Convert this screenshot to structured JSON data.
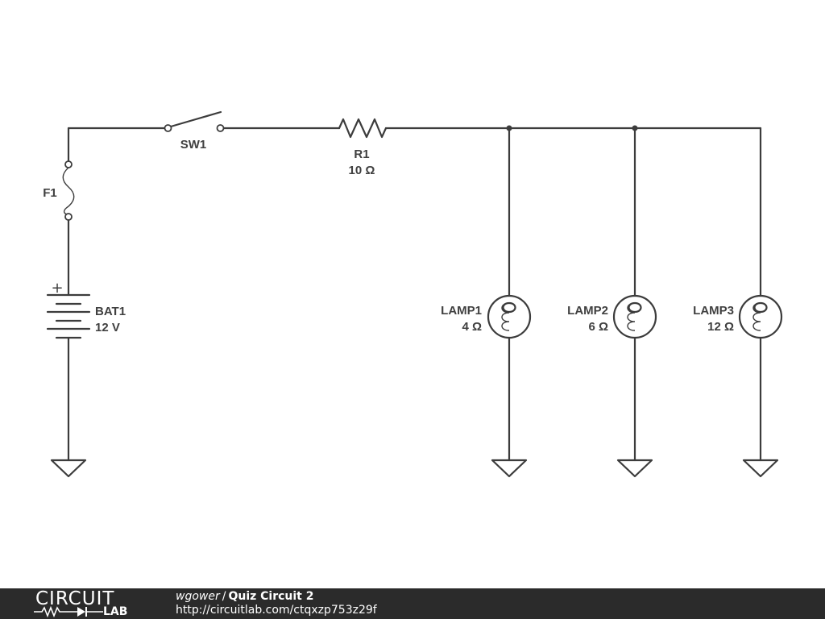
{
  "components": {
    "switch": {
      "name": "SW1"
    },
    "fuse": {
      "name": "F1"
    },
    "resistor": {
      "name": "R1",
      "value": "10 Ω"
    },
    "battery": {
      "name": "BAT1",
      "value": "12 V",
      "polarity_mark": "+"
    },
    "lamps": [
      {
        "name": "LAMP1",
        "value": "4 Ω"
      },
      {
        "name": "LAMP2",
        "value": "6 Ω"
      },
      {
        "name": "LAMP3",
        "value": "12 Ω"
      }
    ]
  },
  "footer": {
    "logo_top": "CIRCUIT",
    "logo_bottom": "LAB",
    "author": "wgower",
    "separator": "/",
    "title": "Quiz Circuit 2",
    "url": "http://circuitlab.com/ctqxzp753z29f"
  },
  "colors": {
    "wire": "#3c3c3c",
    "label": "#404040",
    "footer_bg": "#2b2b2b",
    "footer_text": "#ffffff"
  }
}
